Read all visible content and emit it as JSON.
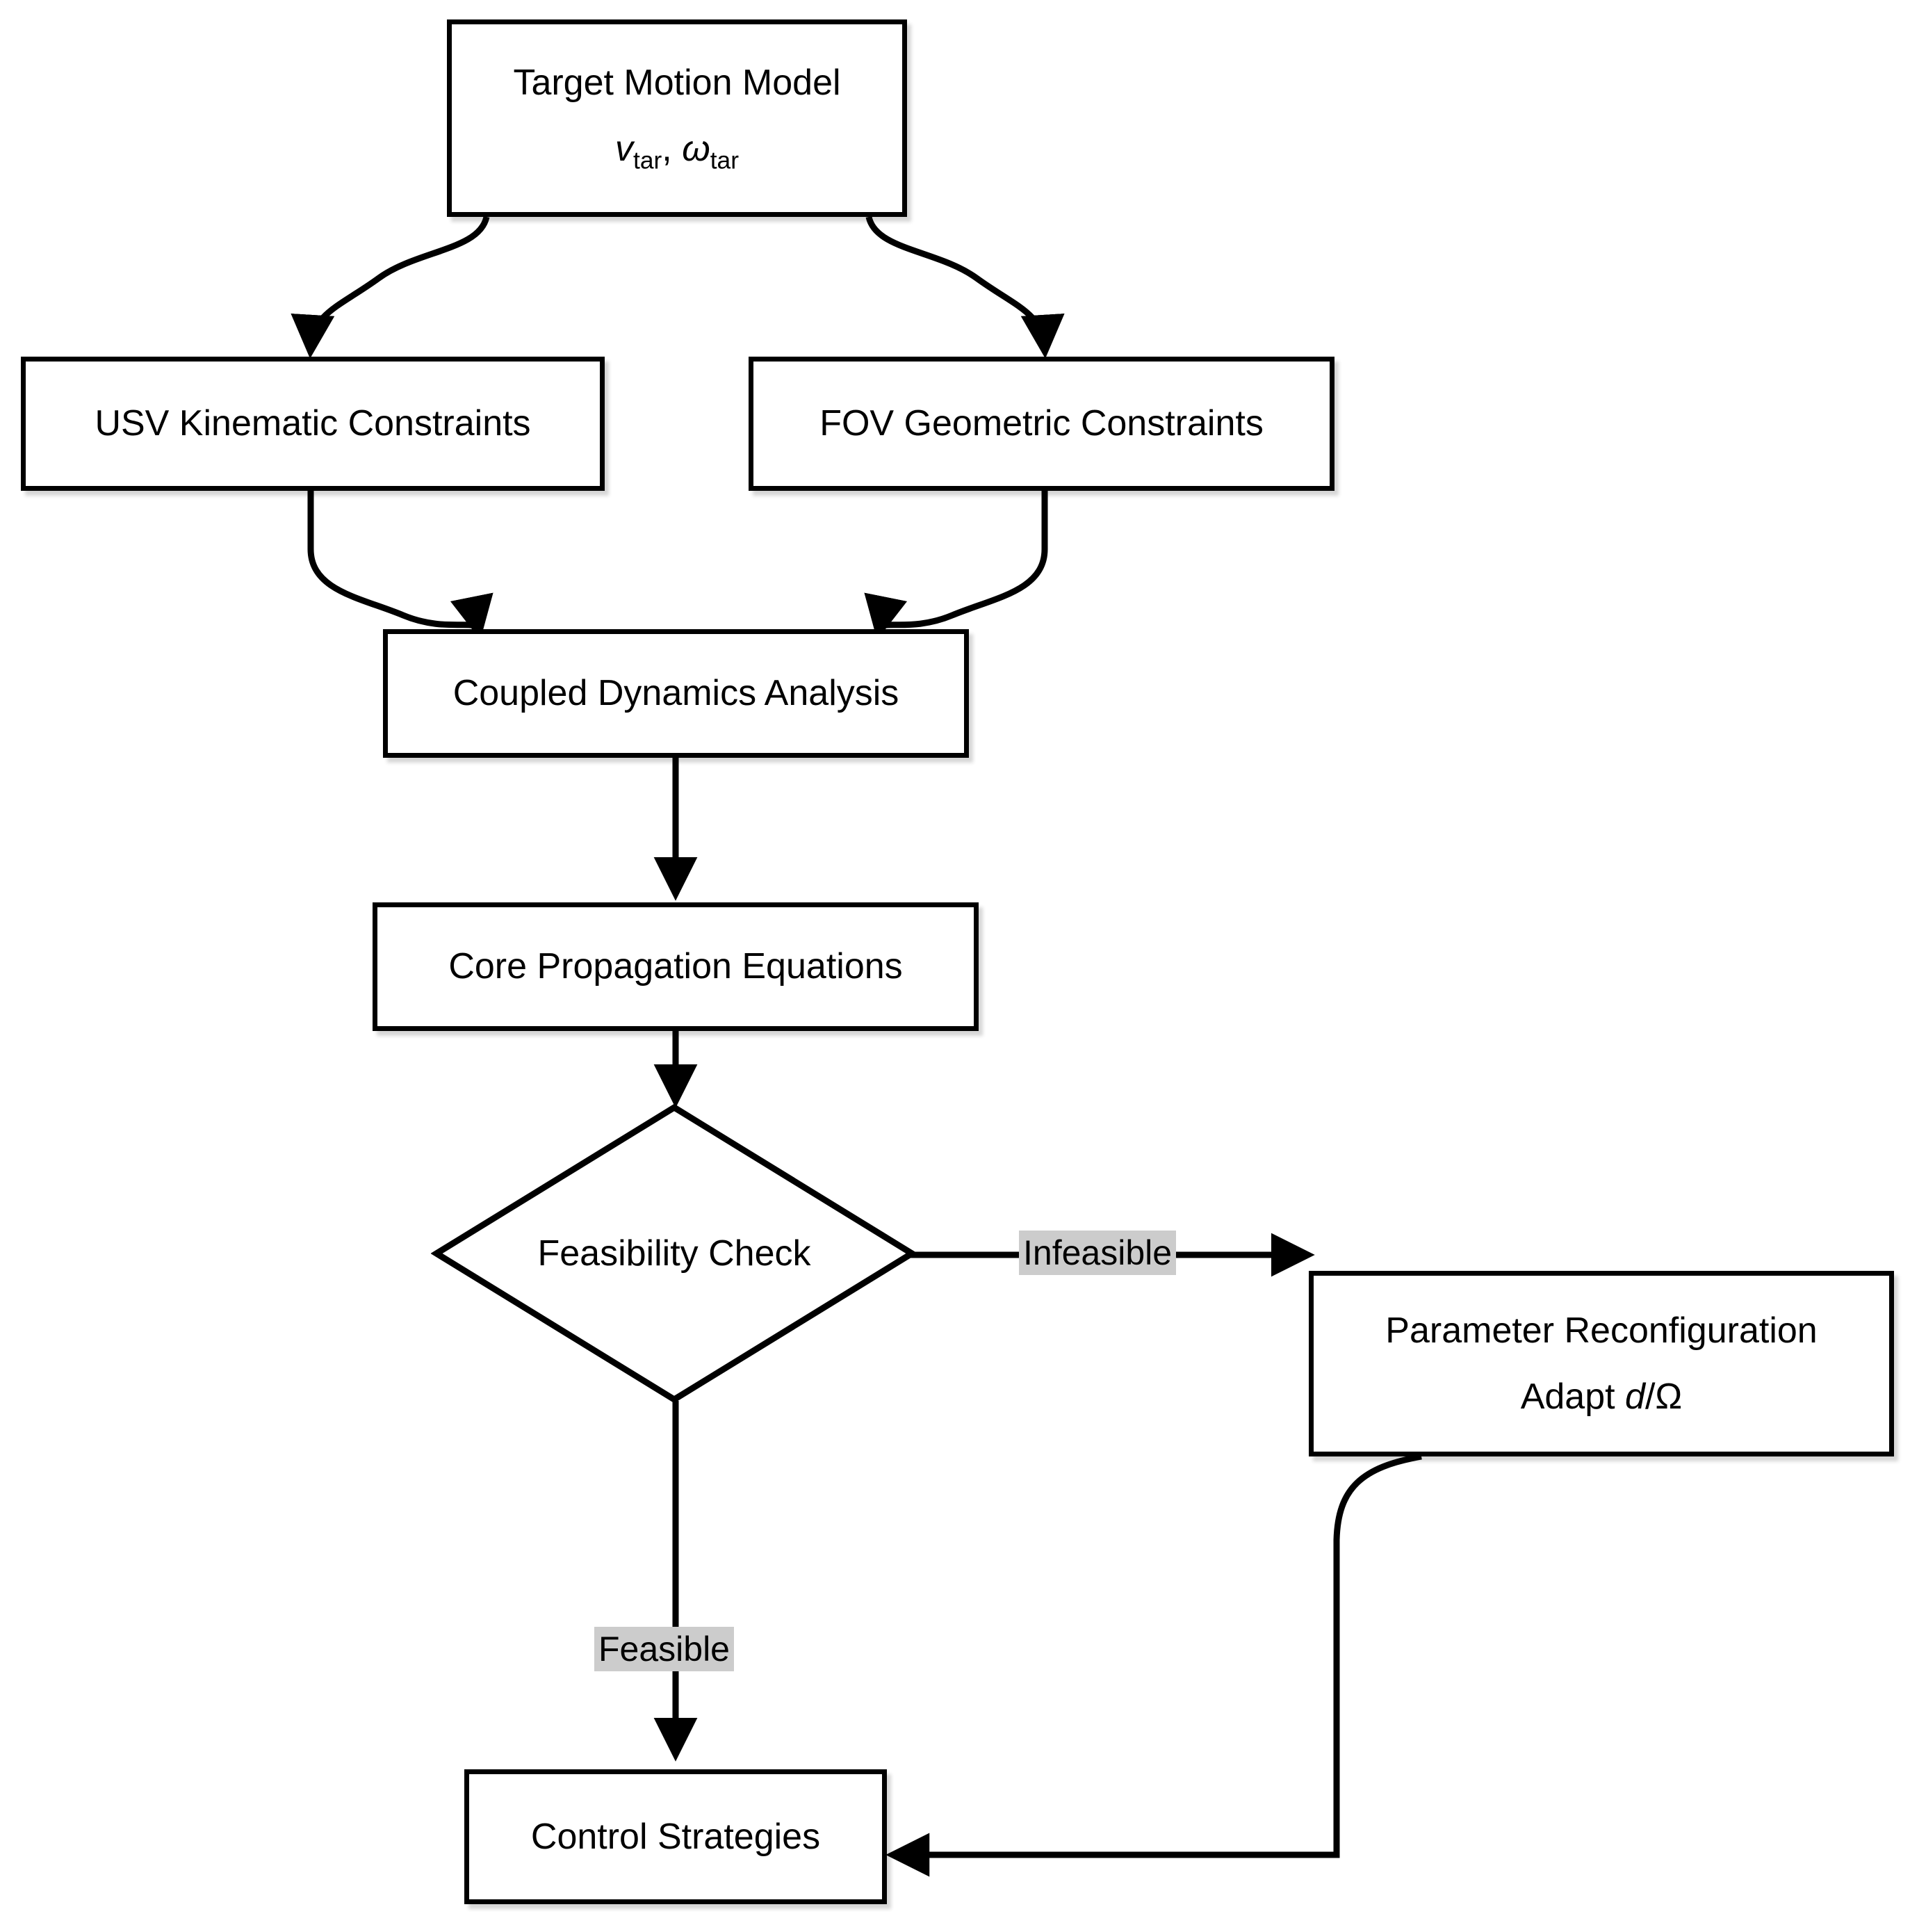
{
  "diagram": {
    "title": "USV target-tracking feasibility flowchart",
    "theme": {
      "background": "#ffffff",
      "node_fill": "#ffffff",
      "stroke": "#000000",
      "label_highlight": "#cccccc",
      "text": "#000000"
    },
    "nodes": [
      {
        "id": "target-motion-model",
        "shape": "rectangle",
        "line1": "Target Motion Model",
        "line2_prefix": "v",
        "line2_sub1": "tar",
        "line2_mid": ", ",
        "line2_sym": "ω",
        "line2_sub2": "tar"
      },
      {
        "id": "usv-kinematic-constraints",
        "shape": "rectangle",
        "line1": "USV Kinematic Constraints"
      },
      {
        "id": "fov-geometric-constraints",
        "shape": "rectangle",
        "line1": "FOV Geometric Constraints"
      },
      {
        "id": "coupled-dynamics-analysis",
        "shape": "rectangle",
        "line1": "Coupled Dynamics Analysis"
      },
      {
        "id": "core-propagation-equations",
        "shape": "rectangle",
        "line1": "Core Propagation Equations"
      },
      {
        "id": "feasibility-check",
        "shape": "diamond",
        "line1": "Feasibility Check"
      },
      {
        "id": "parameter-reconfiguration",
        "shape": "rectangle",
        "line1": "Parameter Reconfiguration",
        "line2_prefix": "Adapt ",
        "line2_ital": "d",
        "line2_mid": "/",
        "line2_sym": "Ω"
      },
      {
        "id": "control-strategies",
        "shape": "rectangle",
        "line1": "Control Strategies"
      }
    ],
    "edges": [
      {
        "id": "e-tmm-usv",
        "from": "target-motion-model",
        "to": "usv-kinematic-constraints",
        "label": ""
      },
      {
        "id": "e-tmm-fov",
        "from": "target-motion-model",
        "to": "fov-geometric-constraints",
        "label": ""
      },
      {
        "id": "e-usv-cda",
        "from": "usv-kinematic-constraints",
        "to": "coupled-dynamics-analysis",
        "label": ""
      },
      {
        "id": "e-fov-cda",
        "from": "fov-geometric-constraints",
        "to": "coupled-dynamics-analysis",
        "label": ""
      },
      {
        "id": "e-cda-cpe",
        "from": "coupled-dynamics-analysis",
        "to": "core-propagation-equations",
        "label": ""
      },
      {
        "id": "e-cpe-fc",
        "from": "core-propagation-equations",
        "to": "feasibility-check",
        "label": ""
      },
      {
        "id": "e-fc-param",
        "from": "feasibility-check",
        "to": "parameter-reconfiguration",
        "label": "Infeasible"
      },
      {
        "id": "e-fc-control",
        "from": "feasibility-check",
        "to": "control-strategies",
        "label": "Feasible"
      },
      {
        "id": "e-param-control",
        "from": "parameter-reconfiguration",
        "to": "control-strategies",
        "label": ""
      }
    ],
    "labels": {
      "infeasible": "Infeasible",
      "feasible": "Feasible"
    }
  }
}
